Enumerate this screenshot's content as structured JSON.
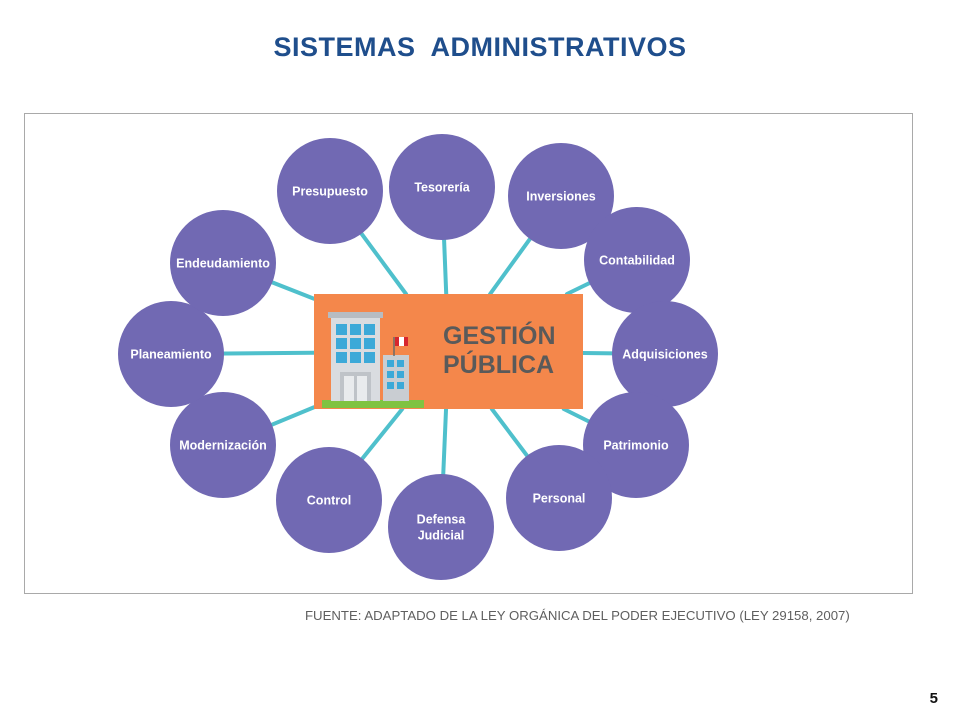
{
  "slide": {
    "title": "SISTEMAS  ADMINISTRATIVOS",
    "source": "FUENTE: ADAPTADO DE LA LEY ORGÁNICA DEL PODER EJECUTIVO (LEY 29158, 2007)",
    "page_number": "5"
  },
  "diagram": {
    "center": {
      "lines": [
        "GESTIÓN",
        "PÚBLICA"
      ]
    },
    "nodes": [
      {
        "id": "presupuesto",
        "lines": [
          "Presupuesto"
        ]
      },
      {
        "id": "tesoreria",
        "lines": [
          "Tesorería"
        ]
      },
      {
        "id": "inversiones",
        "lines": [
          "Inversiones"
        ]
      },
      {
        "id": "contabilidad",
        "lines": [
          "Contabilidad"
        ]
      },
      {
        "id": "adquisiciones",
        "lines": [
          "Adquisiciones"
        ]
      },
      {
        "id": "patrimonio",
        "lines": [
          "Patrimonio"
        ]
      },
      {
        "id": "personal",
        "lines": [
          "Personal"
        ]
      },
      {
        "id": "defensa-judicial",
        "lines": [
          "Defensa",
          "Judicial"
        ]
      },
      {
        "id": "control",
        "lines": [
          "Control"
        ]
      },
      {
        "id": "modernizacion",
        "lines": [
          "Modernización"
        ]
      },
      {
        "id": "planeamiento",
        "lines": [
          "Planeamiento"
        ]
      },
      {
        "id": "endeudamiento",
        "lines": [
          "Endeudamiento"
        ]
      }
    ],
    "colors": {
      "node_fill": "#7169b3",
      "connector": "#4fc0cc",
      "center_fill": "#f4874b",
      "center_text": "#5a5a5a",
      "title": "#1f4e8c"
    },
    "icons": [
      "building-icon",
      "flag-icon"
    ]
  }
}
